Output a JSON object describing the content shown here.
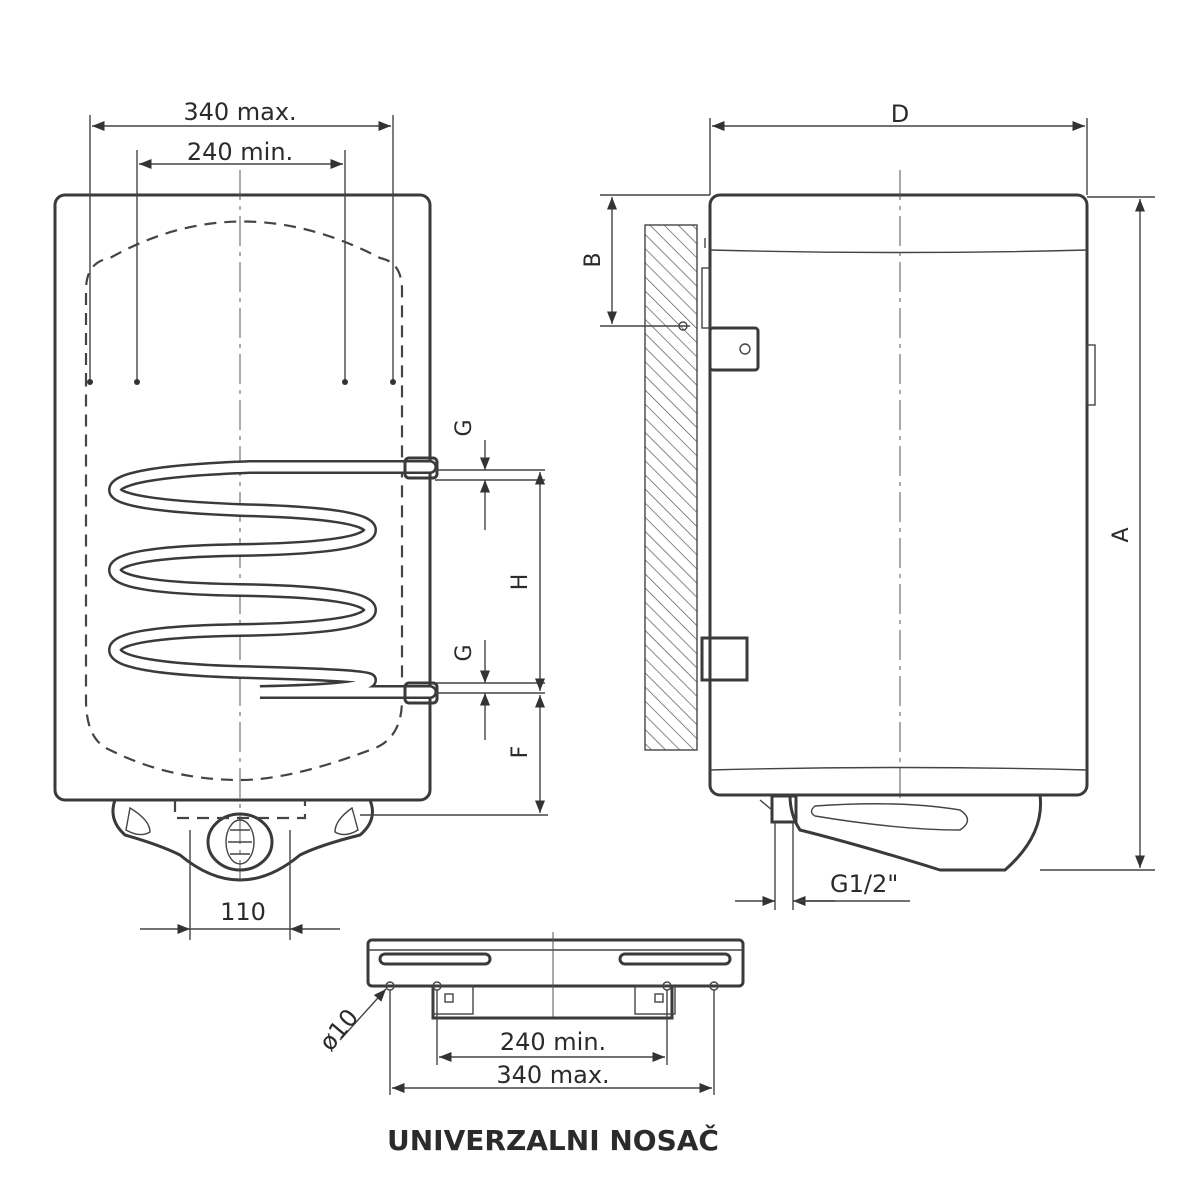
{
  "labels": {
    "top_max": "340 max.",
    "top_min": "240 min.",
    "depth": "D",
    "b_dim": "B",
    "a_dim": "A",
    "g_upper": "G",
    "h_dim": "H",
    "g_lower": "G",
    "f_dim": "F",
    "outlet_width": "110",
    "pipe_thread": "G1/2\"",
    "hole_diameter": "ø10",
    "bracket_min": "240 min.",
    "bracket_max": "340 max.",
    "caption": "UNIVERZALNI NOSAČ"
  },
  "colors": {
    "line": "#3a3a3a",
    "hatch": "#555555",
    "background": "#ffffff"
  }
}
